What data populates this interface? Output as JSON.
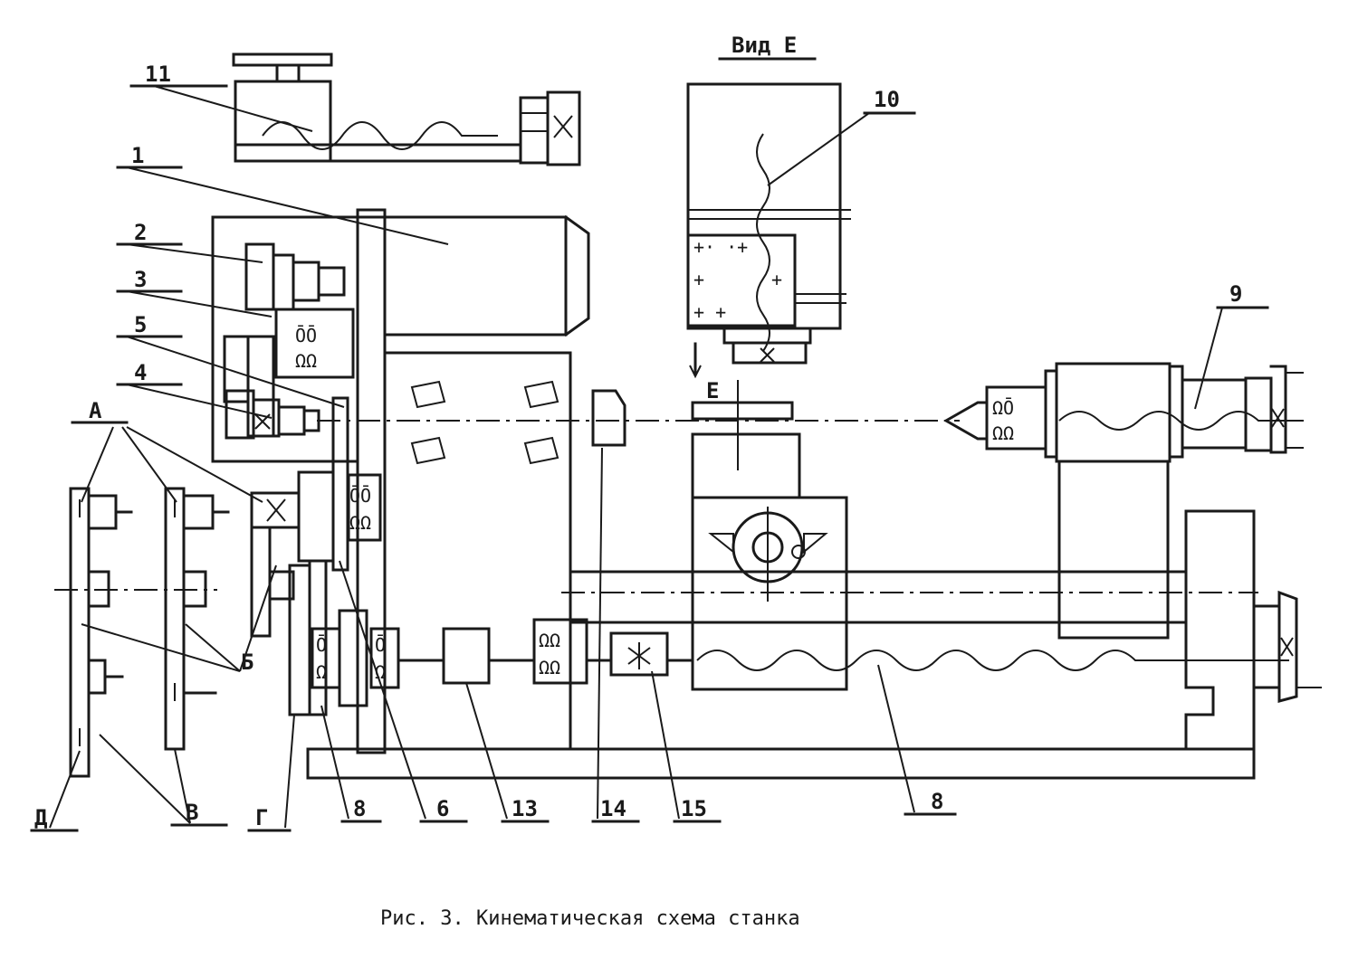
{
  "diagram": {
    "caption": "Рис. 3. Кинематическая схема станка",
    "view_title": "Вид Е",
    "view_arrow_label": "Е",
    "callouts": [
      {
        "id": "c11",
        "text": "11"
      },
      {
        "id": "c1",
        "text": "1"
      },
      {
        "id": "c2",
        "text": "2"
      },
      {
        "id": "c3",
        "text": "3"
      },
      {
        "id": "c5",
        "text": "5"
      },
      {
        "id": "c4",
        "text": "4"
      },
      {
        "id": "cA",
        "text": "А"
      },
      {
        "id": "cB",
        "text": "Б"
      },
      {
        "id": "c10",
        "text": "10"
      },
      {
        "id": "c9",
        "text": "9"
      },
      {
        "id": "cD",
        "text": "Д"
      },
      {
        "id": "cV",
        "text": "В"
      },
      {
        "id": "cG",
        "text": "Г"
      },
      {
        "id": "c8b",
        "text": "8"
      },
      {
        "id": "c6",
        "text": "6"
      },
      {
        "id": "c13",
        "text": "13"
      },
      {
        "id": "c14",
        "text": "14"
      },
      {
        "id": "c15",
        "text": "15"
      },
      {
        "id": "c8",
        "text": "8"
      }
    ]
  }
}
